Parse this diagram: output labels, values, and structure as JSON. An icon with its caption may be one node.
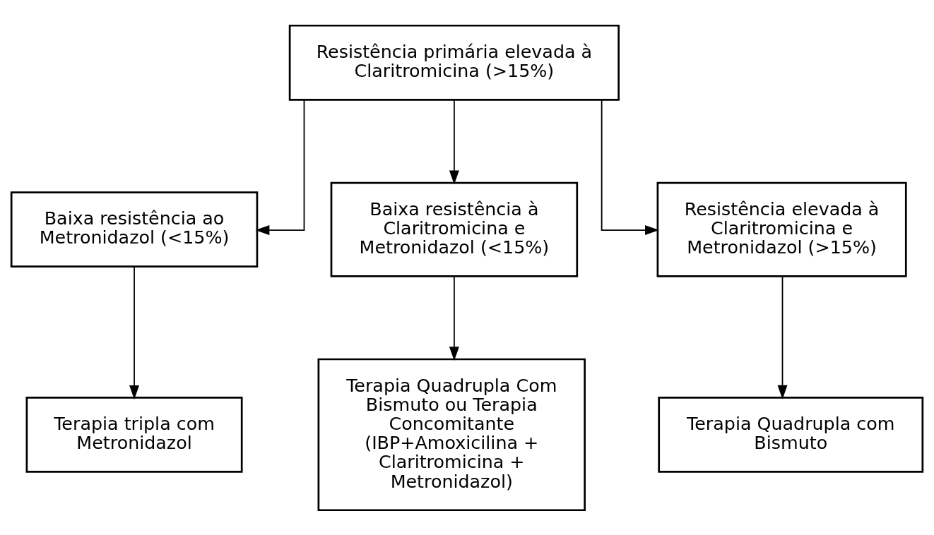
{
  "diagram": {
    "nodes": [
      {
        "text": [
          "Resistência primária elevada à Claritromicina (>15%)"
        ]
      },
      {
        "text": [
          "Baixa resistência ao Metronidazol (<15%)"
        ]
      },
      {
        "text": [
          "Baixa resistência à Claritromicina e Metronidazol (<15%)"
        ]
      },
      {
        "text": [
          "Resistência elevada à Claritromicina e Metronidazol (>15%)"
        ]
      },
      {
        "text": [
          "Terapia tripla com Metronidazol"
        ]
      },
      {
        "text": [
          "Terapia Quadrupla Com Bismuto ou Terapia Concomitante (IBP+Amoxicilina + Claritromicina + Metronidazol)"
        ]
      },
      {
        "text": [
          "Terapia Quadrupla com Bismuto"
        ]
      }
    ],
    "edges": [
      {
        "from": 0,
        "to": 1,
        "arrow": "to"
      },
      {
        "from": 0,
        "to": 2,
        "arrow": "to"
      },
      {
        "from": 0,
        "to": 3,
        "arrow": "to"
      },
      {
        "from": 1,
        "to": 4,
        "arrow": "to"
      },
      {
        "from": 2,
        "to": 5,
        "arrow": "to"
      },
      {
        "from": 3,
        "to": 6,
        "arrow": "to"
      }
    ]
  }
}
